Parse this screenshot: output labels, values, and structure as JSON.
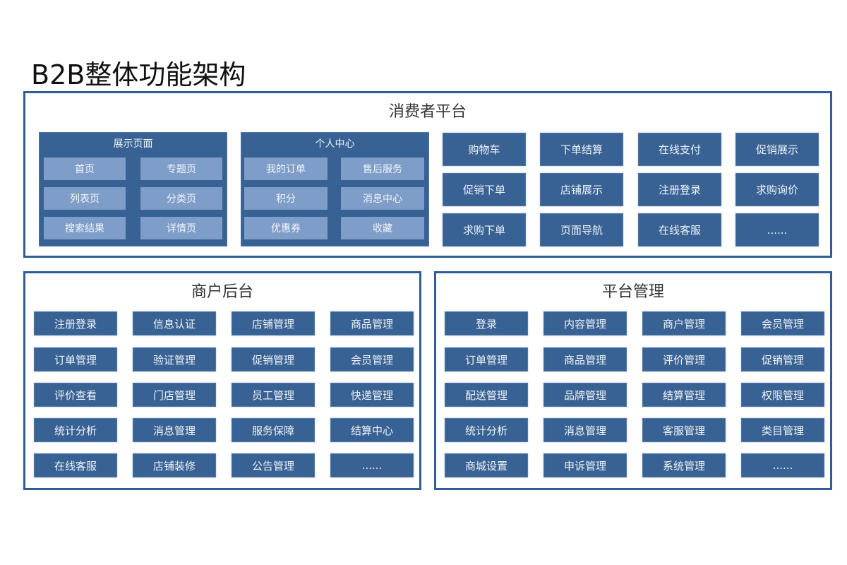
{
  "title": "B2B整体功能架构",
  "consumer": {
    "title": "消费者平台",
    "display_group": {
      "title": "展示页面",
      "items": [
        "首页",
        "专题页",
        "列表页",
        "分类页",
        "搜索结果",
        "详情页"
      ]
    },
    "personal_group": {
      "title": "个人中心",
      "items": [
        "我的订单",
        "售后服务",
        "积分",
        "消息中心",
        "优惠券",
        "收藏"
      ]
    },
    "items": [
      "购物车",
      "下单结算",
      "在线支付",
      "促销展示",
      "促销下单",
      "店铺展示",
      "注册登录",
      "求购询价",
      "求购下单",
      "页面导航",
      "在线客服",
      "......"
    ]
  },
  "merchant": {
    "title": "商户后台",
    "items": [
      "注册登录",
      "信息认证",
      "店铺管理",
      "商品管理",
      "订单管理",
      "验证管理",
      "促销管理",
      "会员管理",
      "评价查看",
      "门店管理",
      "员工管理",
      "快递管理",
      "统计分析",
      "消息管理",
      "服务保障",
      "结算中心",
      "在线客服",
      "店铺装修",
      "公告管理",
      "......"
    ]
  },
  "platform": {
    "title": "平台管理",
    "items": [
      "登录",
      "内容管理",
      "商户管理",
      "会员管理",
      "订单管理",
      "商品管理",
      "评价管理",
      "促销管理",
      "配送管理",
      "品牌管理",
      "结算管理",
      "权限管理",
      "统计分析",
      "消息管理",
      "客服管理",
      "类目管理",
      "商城设置",
      "申诉管理",
      "系统管理",
      "......"
    ]
  },
  "colors": {
    "border": "#2f5d96",
    "box": "#386293",
    "sub_box": "#7e9dc8"
  }
}
